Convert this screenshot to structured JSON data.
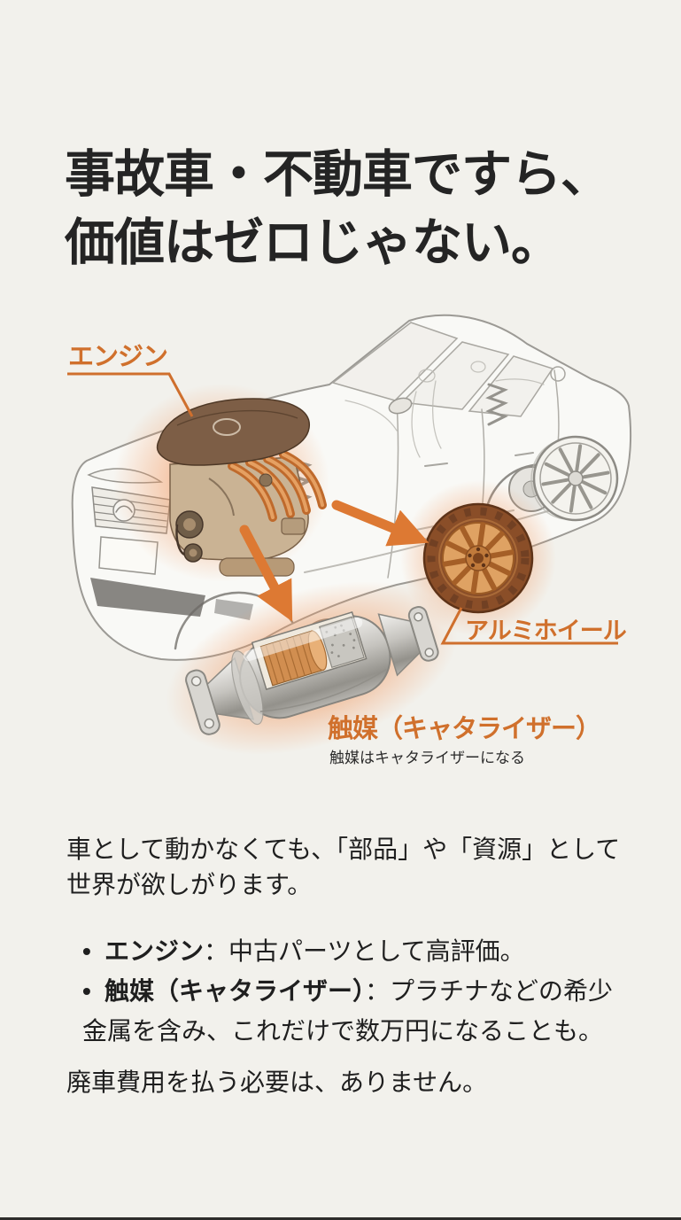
{
  "title": {
    "line1": "事故車・不動車ですら、",
    "line2": "価値はゼロじゃない。"
  },
  "diagram": {
    "engine_label": "エンジン",
    "wheel_label": "アルミホイール",
    "catalyzer_label": "触媒（キャタライザー）",
    "catalyzer_note": "触媒はキャタライザーになる"
  },
  "body": {
    "intro": "車として動かなくても、「部品」や「資源」として世界が欲しがります。",
    "bullets": [
      {
        "marker": "•",
        "term": "エンジン",
        "desc": "：中古パーツとして高評価。"
      },
      {
        "marker": "•",
        "term": "触媒（キャタライザー）",
        "desc": "：プラチナなどの希少金属を含み、これだけで数万円になることも。"
      }
    ],
    "closing": "廃車費用を払う必要は、ありません。"
  },
  "colors": {
    "accent_orange": "#D0702C",
    "arrow_orange": "#DD7933",
    "glow_orange": "#F0945A",
    "background": "#F2F1EC",
    "text": "#1F1F1F",
    "sketch_gray": "#9C9A95"
  }
}
